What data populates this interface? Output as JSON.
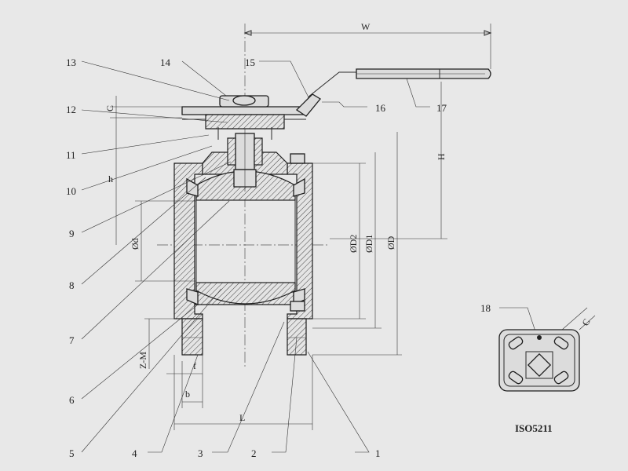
{
  "diagram": {
    "part_numbers": [
      "1",
      "2",
      "3",
      "4",
      "5",
      "6",
      "7",
      "8",
      "9",
      "10",
      "11",
      "12",
      "13",
      "14",
      "15",
      "16",
      "17",
      "18"
    ],
    "dimensions": {
      "W": "W",
      "C": "C",
      "H": "H",
      "h": "h",
      "Od": "Ød",
      "OD2": "ØD2",
      "OD1": "ØD1",
      "OD": "ØD",
      "ZM": "Z-M",
      "f": "f",
      "b": "b",
      "L": "L",
      "C_flange": "C"
    },
    "flange_caption": "ISO5211"
  }
}
